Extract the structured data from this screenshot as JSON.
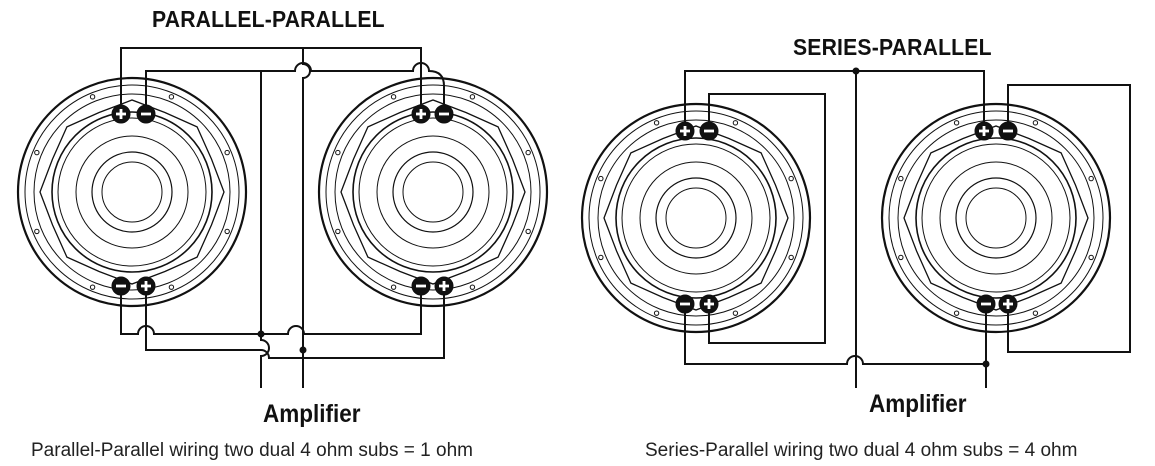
{
  "left_diagram": {
    "title": "PARALLEL-PARALLEL",
    "amplifier_label": "Amplifier",
    "caption": "Parallel-Parallel wiring two dual 4 ohm subs = 1 ohm"
  },
  "right_diagram": {
    "title": "SERIES-PARALLEL",
    "amplifier_label": "Amplifier",
    "caption": "Series-Parallel wiring two dual 4 ohm subs = 4 ohm"
  },
  "terminal_symbols": {
    "positive": "+",
    "negative": "−"
  },
  "colors": {
    "ink": "#111111",
    "background": "#ffffff"
  }
}
